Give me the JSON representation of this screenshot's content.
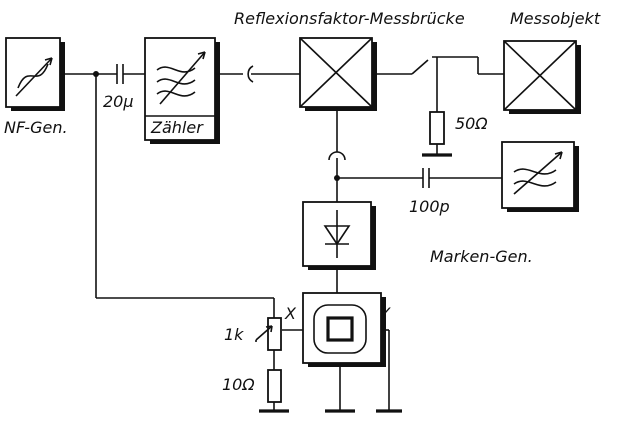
{
  "labels": {
    "bridge": "Reflexionsfaktor-Messbrücke",
    "object": "Messobjekt",
    "nf_gen": "NF-Gen.",
    "cap_20": "20µ",
    "counter": "Zähler",
    "res_50": "50Ω",
    "cap_100": "100p",
    "marker_gen": "Marken-Gen.",
    "x_input": "X",
    "y_input": "Y",
    "pot_1k": "1k",
    "res_10": "10Ω"
  }
}
